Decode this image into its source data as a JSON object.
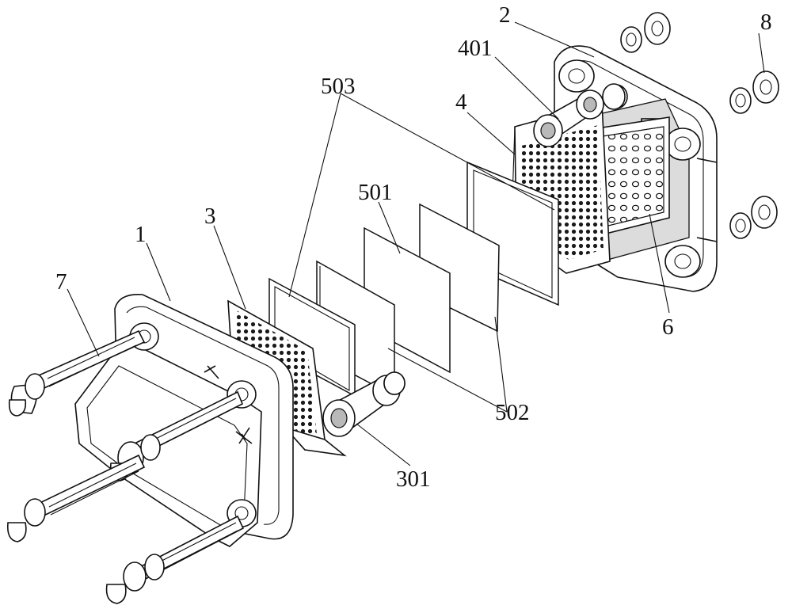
{
  "labels": {
    "l1": "1",
    "l2": "2",
    "l3": "3",
    "l4": "4",
    "l6": "6",
    "l7": "7",
    "l8": "8",
    "l301": "301",
    "l401": "401",
    "l501": "501",
    "l502": "502",
    "l503": "503"
  }
}
